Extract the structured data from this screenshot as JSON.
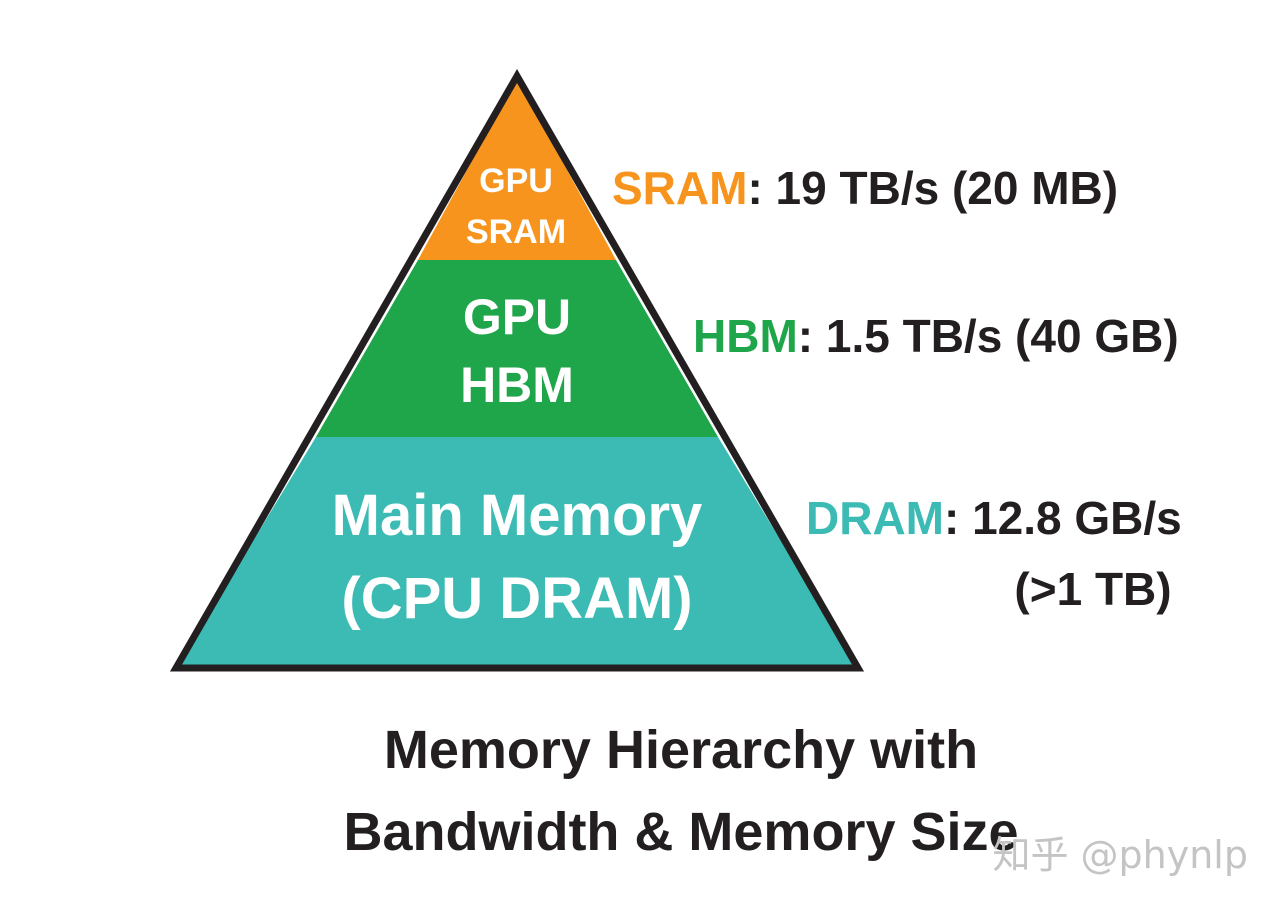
{
  "colors": {
    "sram": "#f7941d",
    "hbm": "#1fa64a",
    "dram": "#3bbbb3",
    "outline": "#231f20",
    "text_dark": "#231f20",
    "tier_text": "#ffffff",
    "watermark": "#c4c4c4"
  },
  "pyramid": {
    "sram": {
      "line1": "GPU",
      "line2": "SRAM"
    },
    "hbm": {
      "line1": "GPU",
      "line2": "HBM"
    },
    "dram": {
      "line1": "Main Memory",
      "line2": "(CPU DRAM)"
    }
  },
  "specs": {
    "sram": {
      "name": "SRAM",
      "value": ": 19 TB/s (20 MB)"
    },
    "hbm": {
      "name": "HBM",
      "value": ": 1.5 TB/s (40 GB)"
    },
    "dram": {
      "name": "DRAM",
      "value": ": 12.8 GB/s",
      "size": "(>1 TB)"
    }
  },
  "caption": {
    "line1": "Memory Hierarchy with",
    "line2": "Bandwidth & Memory Size"
  },
  "watermark": "知乎 @phynlp"
}
